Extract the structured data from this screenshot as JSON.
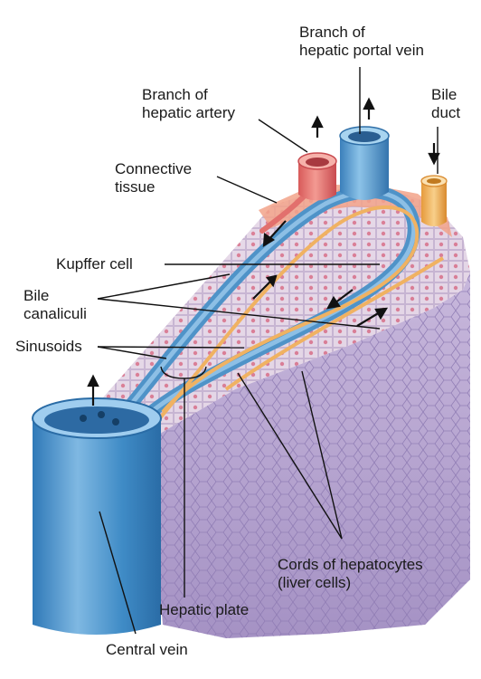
{
  "labels": {
    "portal_vein": [
      "Branch of",
      "hepatic portal vein"
    ],
    "hepatic_artery": [
      "Branch of",
      "hepatic artery"
    ],
    "bile_duct": [
      "Bile",
      "duct"
    ],
    "connective_tissue": [
      "Connective",
      "tissue"
    ],
    "kupffer_cell": "Kupffer cell",
    "bile_canaliculi": [
      "Bile",
      "canaliculi"
    ],
    "sinusoids": "Sinusoids",
    "cords": [
      "Cords of hepatocytes",
      "(liver cells)"
    ],
    "hepatic_plate": "Hepatic plate",
    "central_vein": "Central vein"
  },
  "colors": {
    "portal_vein": "#4f93c8",
    "hepatic_artery": "#e2706d",
    "bile_duct": "#f0b262",
    "hepatocyte": "#d8c6e0",
    "lobule_face": "#b9a8d1",
    "nucleus": "#d9667e",
    "central_vein": "#3f8bc6"
  }
}
